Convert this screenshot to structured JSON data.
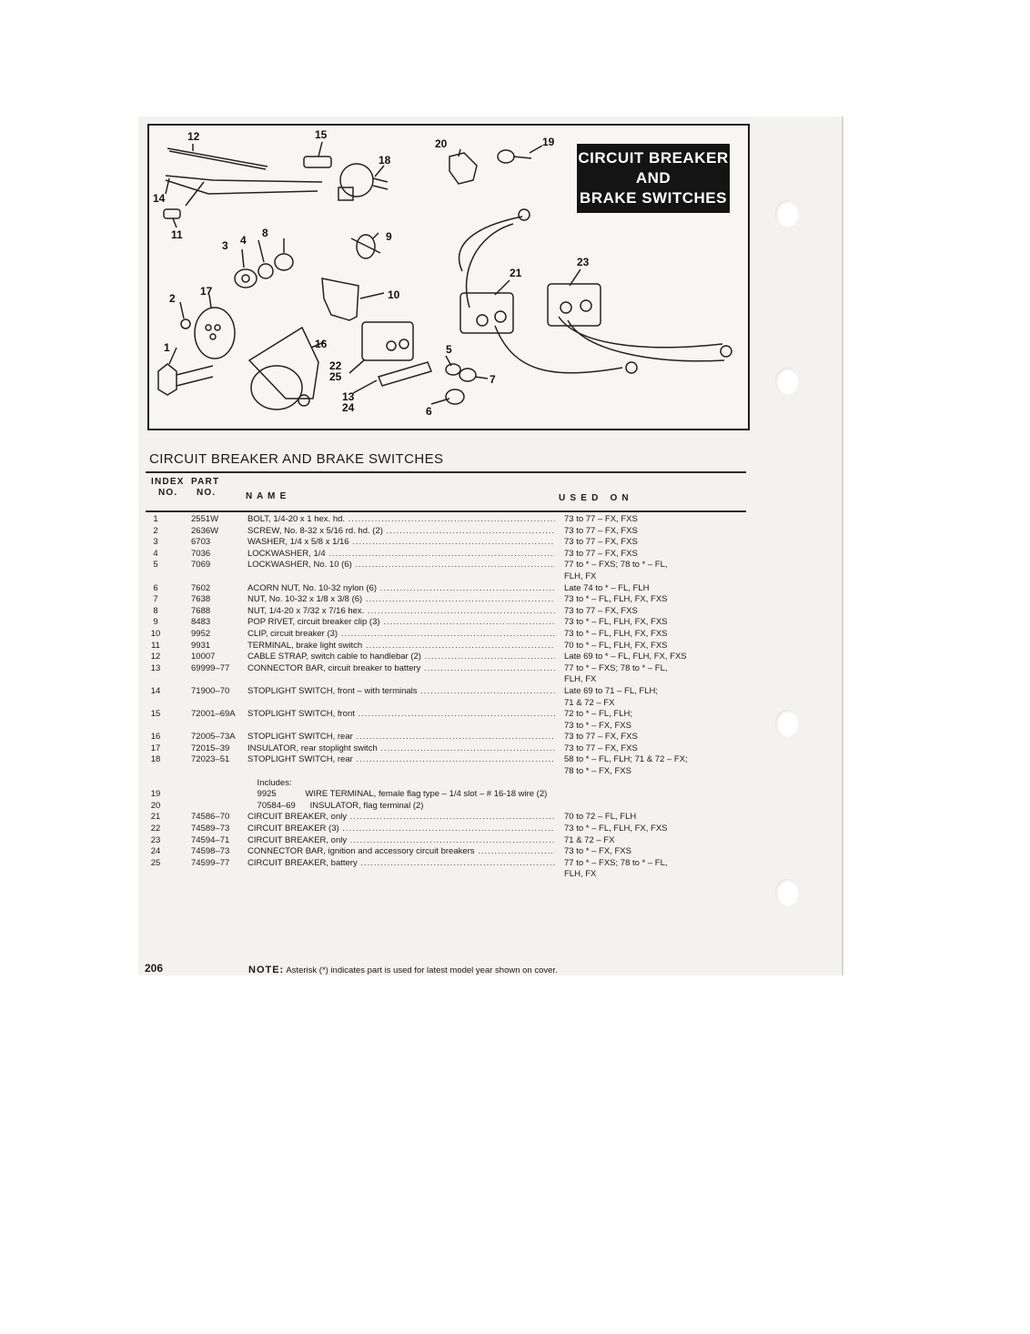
{
  "figure": {
    "title_lines": [
      "CIRCUIT BREAKER",
      "AND",
      "BRAKE SWITCHES"
    ],
    "callouts": [
      "12",
      "15",
      "14",
      "11",
      "20",
      "19",
      "18",
      "8",
      "9",
      "3",
      "4",
      "10",
      "2",
      "17",
      "21",
      "23",
      "1",
      "16",
      "5",
      "7",
      "22",
      "25",
      "13",
      "24",
      "6"
    ]
  },
  "heading": "CIRCUIT BREAKER AND BRAKE SWITCHES",
  "columns": {
    "index": "INDEX\nNO.",
    "index_top": "INDEX",
    "index_bottom": "NO.",
    "part_top": "PART",
    "part_bottom": "NO.",
    "name": "N A M E",
    "used_on": "U S E D   O N"
  },
  "rows": [
    {
      "idx": "1",
      "part": "2551W",
      "name": "BOLT, 1/4-20 x 1 hex. hd.",
      "used": "73 to 77 – FX, FXS"
    },
    {
      "idx": "2",
      "part": "2636W",
      "name": "SCREW, No. 8-32 x 5/16 rd. hd. (2)",
      "used": "73 to 77 – FX, FXS"
    },
    {
      "idx": "3",
      "part": "6703",
      "name": "WASHER, 1/4 x 5/8 x 1/16",
      "used": "73 to 77 – FX, FXS"
    },
    {
      "idx": "4",
      "part": "7036",
      "name": "LOCKWASHER, 1/4",
      "used": "73 to 77 – FX, FXS"
    },
    {
      "idx": "5",
      "part": "7069",
      "name": "LOCKWASHER, No. 10 (6)",
      "used": "77 to * – FXS; 78 to * – FL,"
    },
    {
      "idx": "",
      "part": "",
      "name": "",
      "used": "FLH, FX"
    },
    {
      "idx": "6",
      "part": "7602",
      "name": "ACORN NUT, No. 10-32 nylon (6)",
      "used": "Late 74 to * – FL, FLH"
    },
    {
      "idx": "7",
      "part": "7638",
      "name": "NUT, No. 10-32 x 1/8 x 3/8 (6)",
      "used": "73 to * – FL, FLH, FX, FXS"
    },
    {
      "idx": "8",
      "part": "7688",
      "name": "NUT, 1/4-20 x 7/32 x 7/16 hex.",
      "used": "73 to 77 – FX, FXS"
    },
    {
      "idx": "9",
      "part": "8483",
      "name": "POP RIVET, circuit breaker clip (3)",
      "used": "73 to * – FL, FLH, FX, FXS"
    },
    {
      "idx": "10",
      "part": "9952",
      "name": "CLIP, circuit breaker (3)",
      "used": "73 to * – FL, FLH, FX, FXS"
    },
    {
      "idx": "11",
      "part": "9931",
      "name": "TERMINAL, brake light switch",
      "used": "70 to * – FL, FLH, FX, FXS"
    },
    {
      "idx": "12",
      "part": "10007",
      "name": "CABLE STRAP, switch cable to handlebar (2)",
      "used": "Late 69 to * – FL, FLH, FX, FXS"
    },
    {
      "idx": "13",
      "part": "69999–77",
      "name": "CONNECTOR BAR, circuit breaker to battery",
      "used": "77 to * – FXS; 78 to * – FL,"
    },
    {
      "idx": "",
      "part": "",
      "name": "",
      "used": "FLH, FX"
    },
    {
      "idx": "14",
      "part": "71900–70",
      "name": "STOPLIGHT SWITCH, front – with terminals",
      "used": "Late 69 to 71 – FL, FLH;"
    },
    {
      "idx": "",
      "part": "",
      "name": "",
      "used": "71 & 72 – FX"
    },
    {
      "idx": "15",
      "part": "72001–69A",
      "name": "STOPLIGHT SWITCH, front",
      "used": "72 to * – FL, FLH;"
    },
    {
      "idx": "",
      "part": "",
      "name": "",
      "used": "73 to * – FX, FXS"
    },
    {
      "idx": "16",
      "part": "72005–73A",
      "name": "STOPLIGHT SWITCH, rear",
      "used": "73 to 77 – FX, FXS"
    },
    {
      "idx": "17",
      "part": "72015–39",
      "name": "INSULATOR, rear stoplight switch",
      "used": "73 to 77 – FX, FXS"
    },
    {
      "idx": "18",
      "part": "72023–51",
      "name": "STOPLIGHT SWITCH, rear",
      "used": "58 to * – FL, FLH; 71 & 72 – FX;"
    },
    {
      "idx": "",
      "part": "",
      "name": "",
      "used": "78 to * – FX, FXS"
    },
    {
      "idx": "",
      "part": "",
      "name": "    Includes:",
      "used": ""
    },
    {
      "idx": "19",
      "part": "",
      "name": "    9925            WIRE TERMINAL, female flag type – 1/4 slot – # 16-18 wire (2)",
      "used": ""
    },
    {
      "idx": "20",
      "part": "",
      "name": "    70584–69      INSULATOR, flag terminal (2)",
      "used": ""
    },
    {
      "idx": "21",
      "part": "74586–70",
      "name": "CIRCUIT BREAKER, only",
      "used": "70 to 72 – FL, FLH"
    },
    {
      "idx": "22",
      "part": "74589–73",
      "name": "CIRCUIT BREAKER (3)",
      "used": "73 to * – FL, FLH, FX, FXS"
    },
    {
      "idx": "23",
      "part": "74594–71",
      "name": "CIRCUIT BREAKER, only",
      "used": "71 & 72 – FX"
    },
    {
      "idx": "24",
      "part": "74598–73",
      "name": "CONNECTOR BAR, ignition and accessory circuit breakers",
      "used": "73 to * – FX, FXS"
    },
    {
      "idx": "25",
      "part": "74599–77",
      "name": "CIRCUIT BREAKER, battery",
      "used": "77 to * – FXS; 78 to * – FL,"
    },
    {
      "idx": "",
      "part": "",
      "name": "",
      "used": "FLH, FX"
    }
  ],
  "footer": {
    "page_number": "206",
    "note_label": "NOTE:",
    "note_text": "Asterisk (*) indicates part is used for latest model year shown on cover."
  }
}
